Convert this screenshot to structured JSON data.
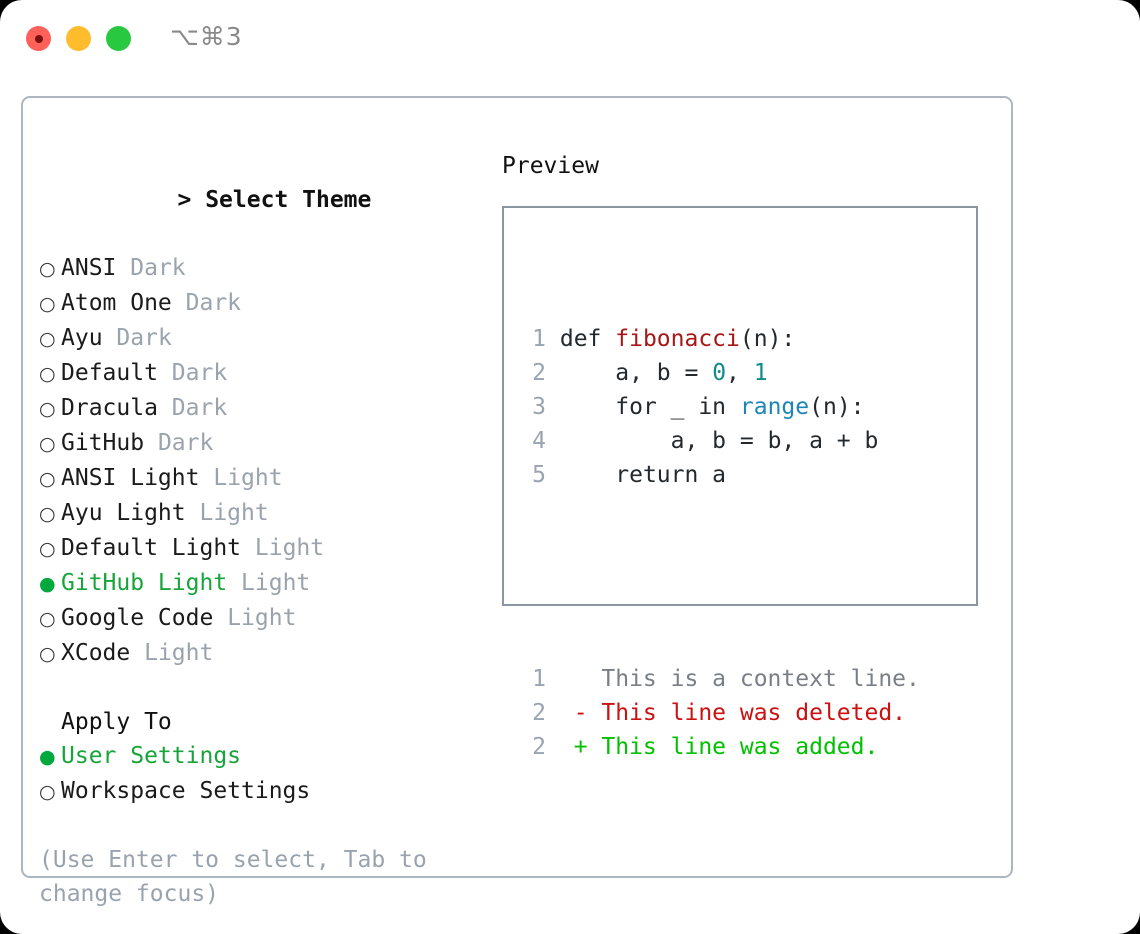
{
  "window": {
    "shortcut": "⌥⌘3",
    "traffic_lights": [
      {
        "name": "close",
        "color": "#ff6058"
      },
      {
        "name": "minimize",
        "color": "#ffbd2e"
      },
      {
        "name": "maximize",
        "color": "#28c840"
      }
    ]
  },
  "theme_picker": {
    "heading": "Select Theme",
    "caret": ">",
    "bullet_selected": "●",
    "bullet_unselected": "○",
    "items": [
      {
        "label": "ANSI",
        "kind": "Dark",
        "selected": false
      },
      {
        "label": "Atom One",
        "kind": "Dark",
        "selected": false
      },
      {
        "label": "Ayu",
        "kind": "Dark",
        "selected": false
      },
      {
        "label": "Default",
        "kind": "Dark",
        "selected": false
      },
      {
        "label": "Dracula",
        "kind": "Dark",
        "selected": false
      },
      {
        "label": "GitHub",
        "kind": "Dark",
        "selected": false
      },
      {
        "label": "ANSI Light",
        "kind": "Light",
        "selected": false
      },
      {
        "label": "Ayu Light",
        "kind": "Light",
        "selected": false
      },
      {
        "label": "Default Light",
        "kind": "Light",
        "selected": false
      },
      {
        "label": "GitHub Light",
        "kind": "Light",
        "selected": true
      },
      {
        "label": "Google Code",
        "kind": "Light",
        "selected": false
      },
      {
        "label": "XCode",
        "kind": "Light",
        "selected": false
      }
    ]
  },
  "apply_to": {
    "heading": "Apply To",
    "items": [
      {
        "label": "User Settings",
        "selected": true
      },
      {
        "label": "Workspace Settings",
        "selected": false
      }
    ]
  },
  "hint": "(Use Enter to select, Tab to change focus)",
  "preview": {
    "title": "Preview",
    "code_lines": [
      {
        "num": "1",
        "tokens": [
          {
            "text": "def ",
            "type": "plain"
          },
          {
            "text": "fibonacci",
            "type": "fn"
          },
          {
            "text": "(n):",
            "type": "plain"
          }
        ]
      },
      {
        "num": "2",
        "tokens": [
          {
            "text": "    a, b = ",
            "type": "plain"
          },
          {
            "text": "0",
            "type": "num"
          },
          {
            "text": ", ",
            "type": "plain"
          },
          {
            "text": "1",
            "type": "num"
          }
        ]
      },
      {
        "num": "3",
        "tokens": [
          {
            "text": "    for _ in ",
            "type": "plain"
          },
          {
            "text": "range",
            "type": "kw"
          },
          {
            "text": "(n):",
            "type": "plain"
          }
        ]
      },
      {
        "num": "4",
        "tokens": [
          {
            "text": "        a, b = b, a + b",
            "type": "plain"
          }
        ]
      },
      {
        "num": "5",
        "tokens": [
          {
            "text": "    return a",
            "type": "plain"
          }
        ]
      }
    ],
    "diff_lines": [
      {
        "num": "1",
        "marker": "  ",
        "text": "This is a context line.",
        "type": "ctx"
      },
      {
        "num": "2",
        "marker": "- ",
        "text": "This line was deleted.",
        "type": "del"
      },
      {
        "num": "2",
        "marker": "+ ",
        "text": "This line was added.",
        "type": "add"
      }
    ]
  },
  "colors": {
    "page_background": "#000000",
    "window_background": "#ffffff",
    "card_border": "#aeb6c2",
    "preview_border": "#8c96a3",
    "accent_green": "#17a53b",
    "muted": "#9aa3ad",
    "line_number": "#9aa4b0",
    "syntax_function": "#a61717",
    "syntax_number": "#118a8a",
    "syntax_keyword": "#1c86b8",
    "syntax_plain": "#24292e",
    "diff_context": "#7a7f87",
    "diff_deleted": "#cc1111",
    "diff_added": "#00c000"
  }
}
